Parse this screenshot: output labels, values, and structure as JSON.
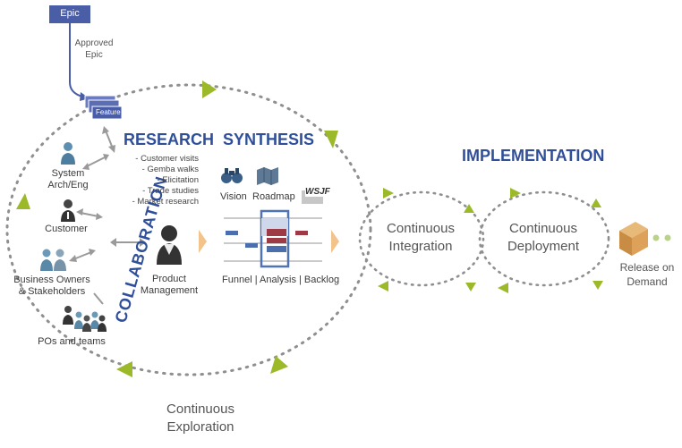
{
  "epic": {
    "label": "Epic",
    "approved_label": "Approved\nEpic"
  },
  "feature": {
    "label": "Feature"
  },
  "headings": {
    "research": "RESEARCH",
    "synthesis": "SYNTHESIS",
    "collaboration": "COLLABORATION",
    "implementation": "IMPLEMENTATION"
  },
  "research_items": [
    "- Customer visits",
    "- Gemba walks",
    "- Elicitation",
    "- Trade studies",
    "- Market research"
  ],
  "roles": {
    "system_arch": "System\nArch/Eng",
    "customer": "Customer",
    "business_owners": "Business Owners\n& Stakeholders",
    "pos_teams": "POs and teams",
    "product_mgmt": "Product\nManagement"
  },
  "synthesis": {
    "vision": "Vision",
    "roadmap": "Roadmap",
    "wsjf": "WSJF",
    "funnel_caption": "Funnel | Analysis | Backlog"
  },
  "cycles": {
    "exploration": "Continuous\nExploration",
    "integration": "Continuous\nIntegration",
    "deployment": "Continuous\nDeployment"
  },
  "release": {
    "label": "Release on\nDemand"
  },
  "colors": {
    "heading_blue": "#2f4f9a",
    "arrow_green": "#9cb92a",
    "dot_grey": "#8f8f8f",
    "accent_orange": "#f2c48c",
    "box_blue": "#4a5ea8"
  },
  "icons": [
    "person-icon",
    "group-icon",
    "binoculars-icon",
    "map-icon",
    "package-icon"
  ]
}
